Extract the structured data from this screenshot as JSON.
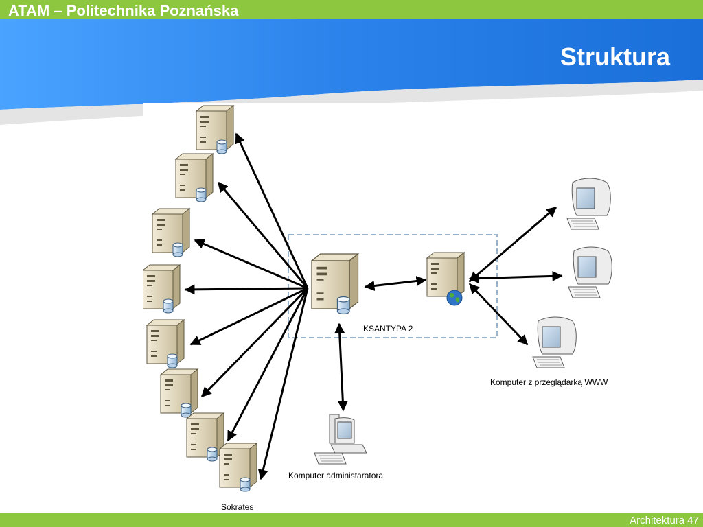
{
  "header": {
    "brand": "ATAM – Politechnika Poznańska",
    "title": "Struktura"
  },
  "diagram": {
    "central_server_label": "KSANTYPA 2",
    "admin_label": "Komputer administaratora",
    "browser_label": "Komputer z przeglądarką WWW",
    "bottom_server_label": "Sokrates",
    "database_server_count": 8,
    "browser_computer_count": 3,
    "icons": {
      "database_server": "database-server-icon",
      "web_server": "web-server-icon",
      "workstation": "computer-icon"
    }
  },
  "footer": {
    "text": "Architektura 47"
  },
  "colors": {
    "accent_green": "#8dc63f",
    "header_blue": "#2a7fe0",
    "boundary_dash": "#9ab3cc"
  }
}
